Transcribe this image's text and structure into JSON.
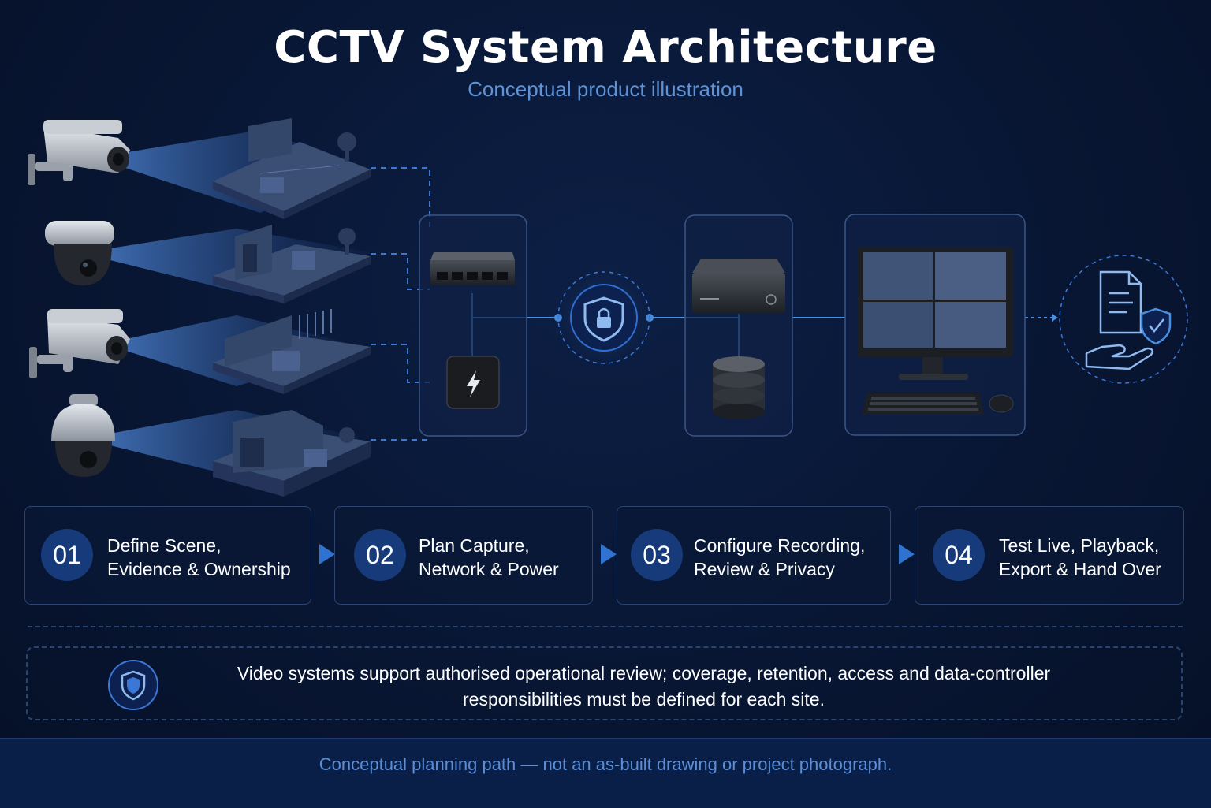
{
  "header": {
    "title": "CCTV System Architecture",
    "subtitle": "Conceptual product illustration"
  },
  "diagram": {
    "cameras": [
      {
        "type": "bullet",
        "icon": "bullet-camera-icon"
      },
      {
        "type": "dome",
        "icon": "dome-camera-icon"
      },
      {
        "type": "bullet",
        "icon": "bullet-camera-icon"
      },
      {
        "type": "ptz",
        "icon": "ptz-camera-icon"
      }
    ],
    "components": [
      {
        "name": "poe-switch",
        "icons": [
          "network-switch-icon",
          "power-icon"
        ]
      },
      {
        "name": "security",
        "icons": [
          "shield-lock-icon"
        ]
      },
      {
        "name": "recorder",
        "icons": [
          "nvr-icon",
          "database-icon"
        ]
      },
      {
        "name": "monitoring",
        "icons": [
          "monitor-icon",
          "keyboard-icon",
          "mouse-icon"
        ]
      },
      {
        "name": "handover",
        "icons": [
          "document-hand-shield-icon"
        ]
      }
    ]
  },
  "steps": [
    {
      "number": "01",
      "line1": "Define Scene,",
      "line2": "Evidence & Ownership"
    },
    {
      "number": "02",
      "line1": "Plan Capture,",
      "line2": "Network & Power"
    },
    {
      "number": "03",
      "line1": "Configure Recording,",
      "line2": "Review & Privacy"
    },
    {
      "number": "04",
      "line1": "Test Live, Playback,",
      "line2": "Export & Hand Over"
    }
  ],
  "notice": {
    "icon": "shield-icon",
    "line1": "Video systems support authorised operational review; coverage, retention, access and data-controller",
    "line2": "responsibilities must be defined for each site."
  },
  "footer": {
    "text": "Conceptual planning path — not an as-built drawing or project photograph."
  },
  "colors": {
    "background": "#081633",
    "accent": "#2f72d0",
    "link": "#4a90e2",
    "muted_text": "#5e93d8"
  }
}
